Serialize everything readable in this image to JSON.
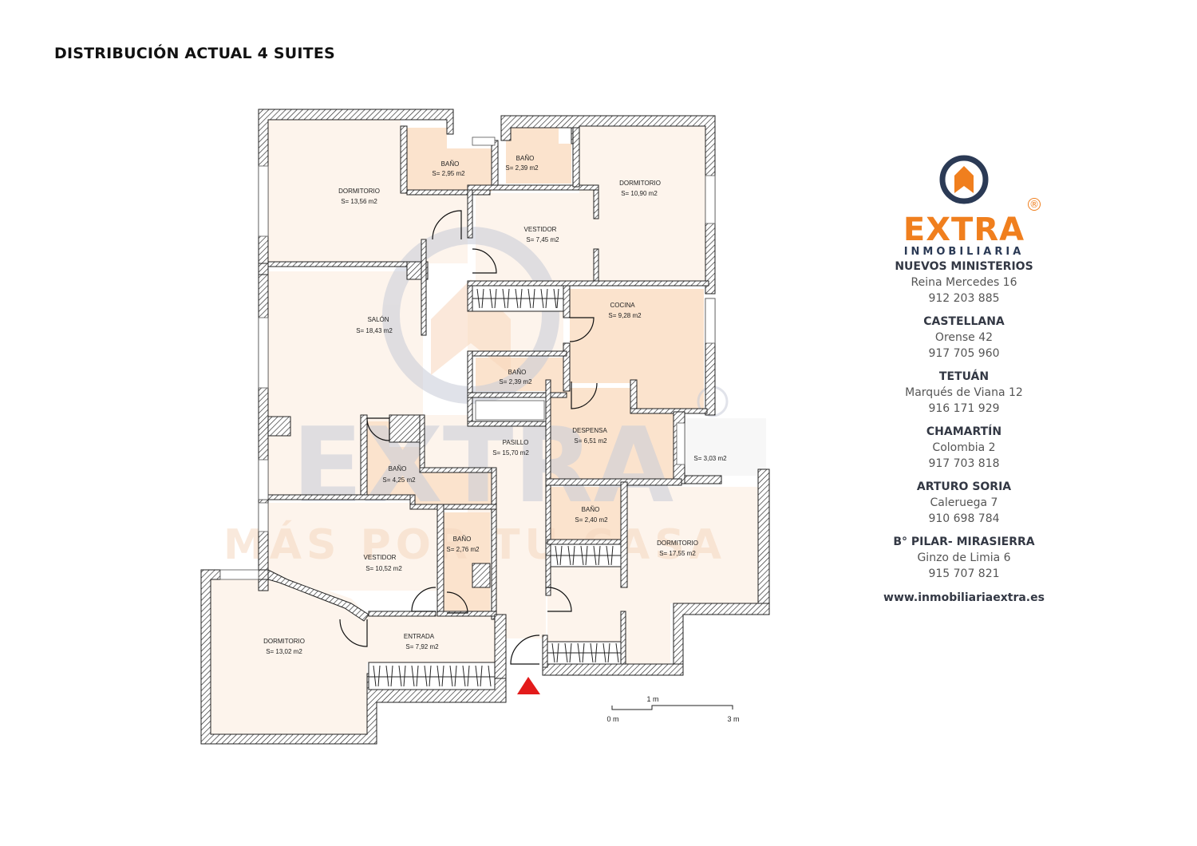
{
  "title": "DISTRIBUCIÓN ACTUAL 4 SUITES",
  "floor_plan": {
    "rooms": [
      {
        "name": "DORMITORIO",
        "area": "S= 13,56 m2"
      },
      {
        "name": "BAÑO",
        "area": "S= 2,95 m2"
      },
      {
        "name": "BAÑO",
        "area": "S= 2,39 m2"
      },
      {
        "name": "DORMITORIO",
        "area": "S= 10,90 m2"
      },
      {
        "name": "VESTIDOR",
        "area": "S= 7,45 m2"
      },
      {
        "name": "SALÓN",
        "area": "S= 18,43 m2"
      },
      {
        "name": "COCINA",
        "area": "S= 9,28 m2"
      },
      {
        "name": "BAÑO",
        "area": "S= 2,39 m2"
      },
      {
        "name": "PASILLO",
        "area": "S= 15,70 m2"
      },
      {
        "name": "DESPENSA",
        "area": "S= 6,51 m2"
      },
      {
        "name": "",
        "area": "S= 3,03 m2"
      },
      {
        "name": "BAÑO",
        "area": "S= 4,25 m2"
      },
      {
        "name": "BAÑO",
        "area": "S= 2,40 m2"
      },
      {
        "name": "BAÑO",
        "area": "S= 2,76 m2"
      },
      {
        "name": "VESTIDOR",
        "area": "S= 10,52 m2"
      },
      {
        "name": "DORMITORIO",
        "area": "S= 17,55 m2"
      },
      {
        "name": "DORMITORIO",
        "area": "S= 13,02 m2"
      },
      {
        "name": "ENTRADA",
        "area": "S= 7,92 m2"
      }
    ],
    "scale": {
      "label_mid": "1 m",
      "label_start": "0 m",
      "label_end": "3 m"
    },
    "entrance_marker": "red-triangle",
    "watermark": {
      "brand": "EXTRA",
      "tagline": "MÁS POR TU CASA",
      "reg": "®"
    }
  },
  "brand": {
    "name": "EXTRA",
    "reg": "®",
    "subtitle": "INMOBILIARIA",
    "colors": {
      "orange": "#f07f1e",
      "navy": "#2b3a55"
    }
  },
  "offices": [
    {
      "name": "NUEVOS MINISTERIOS",
      "address": "Reina Mercedes 16",
      "phone": "912 203 885"
    },
    {
      "name": "CASTELLANA",
      "address": "Orense 42",
      "phone": "917 705 960"
    },
    {
      "name": "TETUÁN",
      "address": "Marqués de Viana 12",
      "phone": "916 171 929"
    },
    {
      "name": "CHAMARTÍN",
      "address": "Colombia 2",
      "phone": "917 703 818"
    },
    {
      "name": "ARTURO SORIA",
      "address": "Caleruega 7",
      "phone": "910 698 784"
    },
    {
      "name": "B° PILAR- MIRASIERRA",
      "address": "Ginzo de Limia 6",
      "phone": "915 707 821"
    }
  ],
  "website": "www.inmobiliariaextra.es"
}
